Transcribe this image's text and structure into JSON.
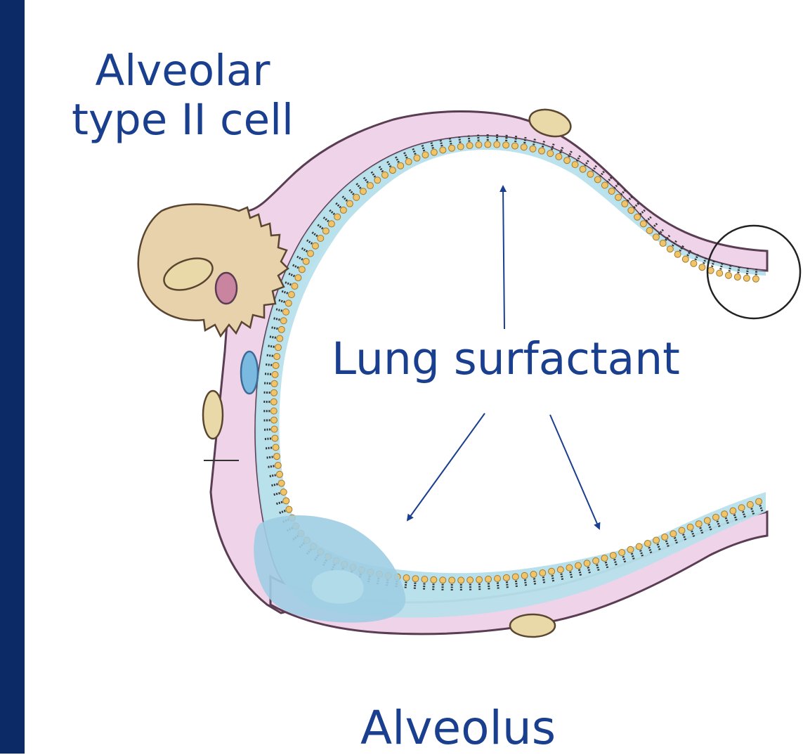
{
  "labels": {
    "cell_line1": "Alveolar",
    "cell_line2": "type II cell",
    "surfactant": "Lung surfactant",
    "alveolus": "Alveolus"
  },
  "colors": {
    "side_bar": "#0b2a66",
    "label_text": "#1a3f8f",
    "membrane_pink": "#efd3e8",
    "membrane_outline": "#5a3d52",
    "fluid_blue": "#b7e0ec",
    "lipid_head": "#f2c46a",
    "lipid_tail": "#333333",
    "cell_body": "#e8d2ac",
    "nucleus": "#ead9a8",
    "arrow": "#1a3f8f"
  },
  "icons": {
    "zoom_circle": "magnifier-circle-outline"
  }
}
